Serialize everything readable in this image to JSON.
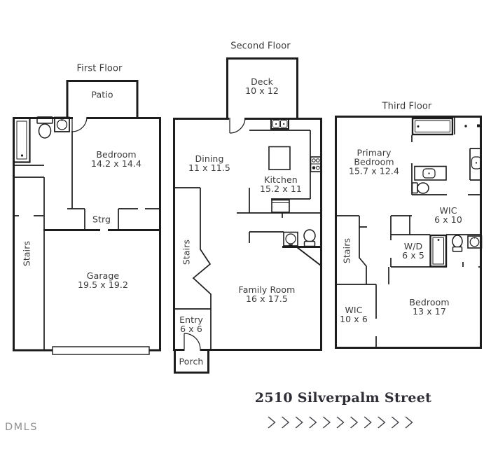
{
  "floors": {
    "first": {
      "title": "First Floor",
      "rooms": {
        "patio": {
          "name": "Patio"
        },
        "bedroom": {
          "name": "Bedroom",
          "dims": "14.2 x 14.4"
        },
        "strg": {
          "name": "Strg"
        },
        "stairs": {
          "name": "Stairs"
        },
        "garage": {
          "name": "Garage",
          "dims": "19.5 x 19.2"
        }
      }
    },
    "second": {
      "title": "Second Floor",
      "rooms": {
        "deck": {
          "name": "Deck",
          "dims": "10 x 12"
        },
        "dining": {
          "name": "Dining",
          "dims": "11 x 11.5"
        },
        "kitchen": {
          "name": "Kitchen",
          "dims": "15.2 x 11"
        },
        "stairs": {
          "name": "Stairs"
        },
        "family": {
          "name": "Family Room",
          "dims": "16 x 17.5"
        },
        "entry": {
          "name": "Entry",
          "dims": "6 x 6"
        },
        "porch": {
          "name": "Porch"
        }
      }
    },
    "third": {
      "title": "Third Floor",
      "rooms": {
        "primary": {
          "name1": "Primary",
          "name2": "Bedroom",
          "dims": "15.7 x 12.4"
        },
        "wic_upper": {
          "name": "WIC",
          "dims": "6 x 10"
        },
        "wd": {
          "name": "W/D",
          "dims": "6 x 5"
        },
        "stairs": {
          "name": "Stairs"
        },
        "wic_lower": {
          "name": "WIC",
          "dims": "10 x 6"
        },
        "bedroom": {
          "name": "Bedroom",
          "dims": "13 x 17"
        }
      }
    }
  },
  "footer": {
    "address": "2510 Silverpalm Street",
    "chevron_count": 11,
    "watermark": "DMLS"
  },
  "colors": {
    "wall": "#1d1d1d",
    "text": "#3a3a3a",
    "address_text": "#2d2d35",
    "chevron": "#3d3d44",
    "watermark": "#8f8f8f"
  }
}
